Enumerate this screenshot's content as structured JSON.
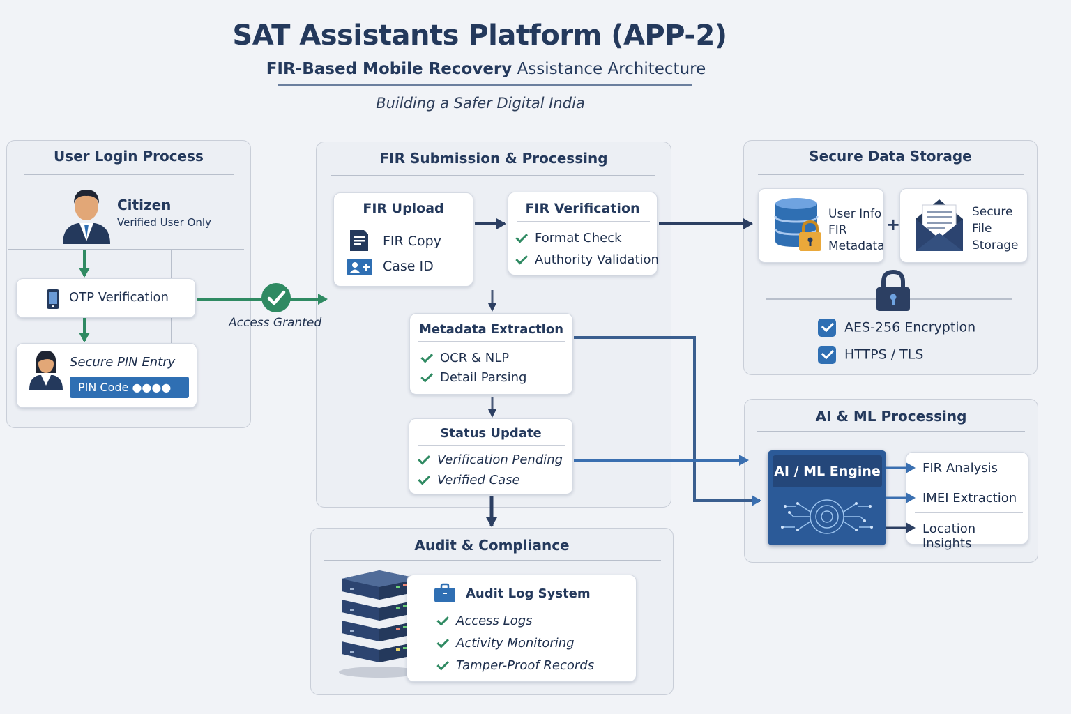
{
  "header": {
    "title": "SAT Assistants Platform (APP-2)",
    "subtitle_bold": "FIR-Based Mobile Recovery",
    "subtitle_rest": " Assistance Architecture",
    "tagline": "Building a Safer Digital India"
  },
  "login": {
    "title": "User Login Process",
    "citizen": "Citizen",
    "citizen_note": "Verified User Only",
    "otp": "OTP Verification",
    "access": "Access Granted",
    "pin_title": "Secure PIN Entry",
    "pin_field": "PIN Code ●●●●"
  },
  "fir": {
    "title": "FIR Submission & Processing",
    "upload": {
      "title": "FIR Upload",
      "items": [
        "FIR Copy",
        "Case ID"
      ]
    },
    "verification": {
      "title": "FIR Verification",
      "items": [
        "Format Check",
        "Authority Validation"
      ]
    },
    "metadata": {
      "title": "Metadata Extraction",
      "items": [
        "OCR & NLP",
        "Detail Parsing"
      ]
    },
    "status": {
      "title": "Status Update",
      "items": [
        "Verification Pending",
        "Verified Case"
      ]
    }
  },
  "storage": {
    "title": "Secure Data Storage",
    "db_lines": [
      "User Info",
      "FIR",
      "Metadata"
    ],
    "file_lines": [
      "Secure",
      "File",
      "Storage"
    ],
    "plus": "+",
    "features": [
      "AES-256 Encryption",
      "HTTPS / TLS"
    ]
  },
  "ai": {
    "title": "AI & ML Processing",
    "engine": "AI / ML Engine",
    "outputs": [
      "FIR Analysis",
      "IMEI Extraction",
      "Location Insights"
    ]
  },
  "audit": {
    "title": "Audit & Compliance",
    "system": "Audit Log System",
    "items": [
      "Access Logs",
      "Activity Monitoring",
      "Tamper-Proof Records"
    ]
  },
  "colors": {
    "navy": "#24395c",
    "arrow_dark": "#2c3f62",
    "arrow_blue": "#3a6fb0",
    "green": "#2f8a62",
    "accent_blue": "#2f6fb3"
  },
  "icons": [
    "person-icon",
    "phone-icon",
    "document-icon",
    "id-card-icon",
    "database-icon",
    "padlock-icon",
    "envelope-icon",
    "checkbox-icon",
    "circuit-icon",
    "server-rack-icon",
    "briefcase-icon",
    "check-icon",
    "arrow-icon"
  ]
}
